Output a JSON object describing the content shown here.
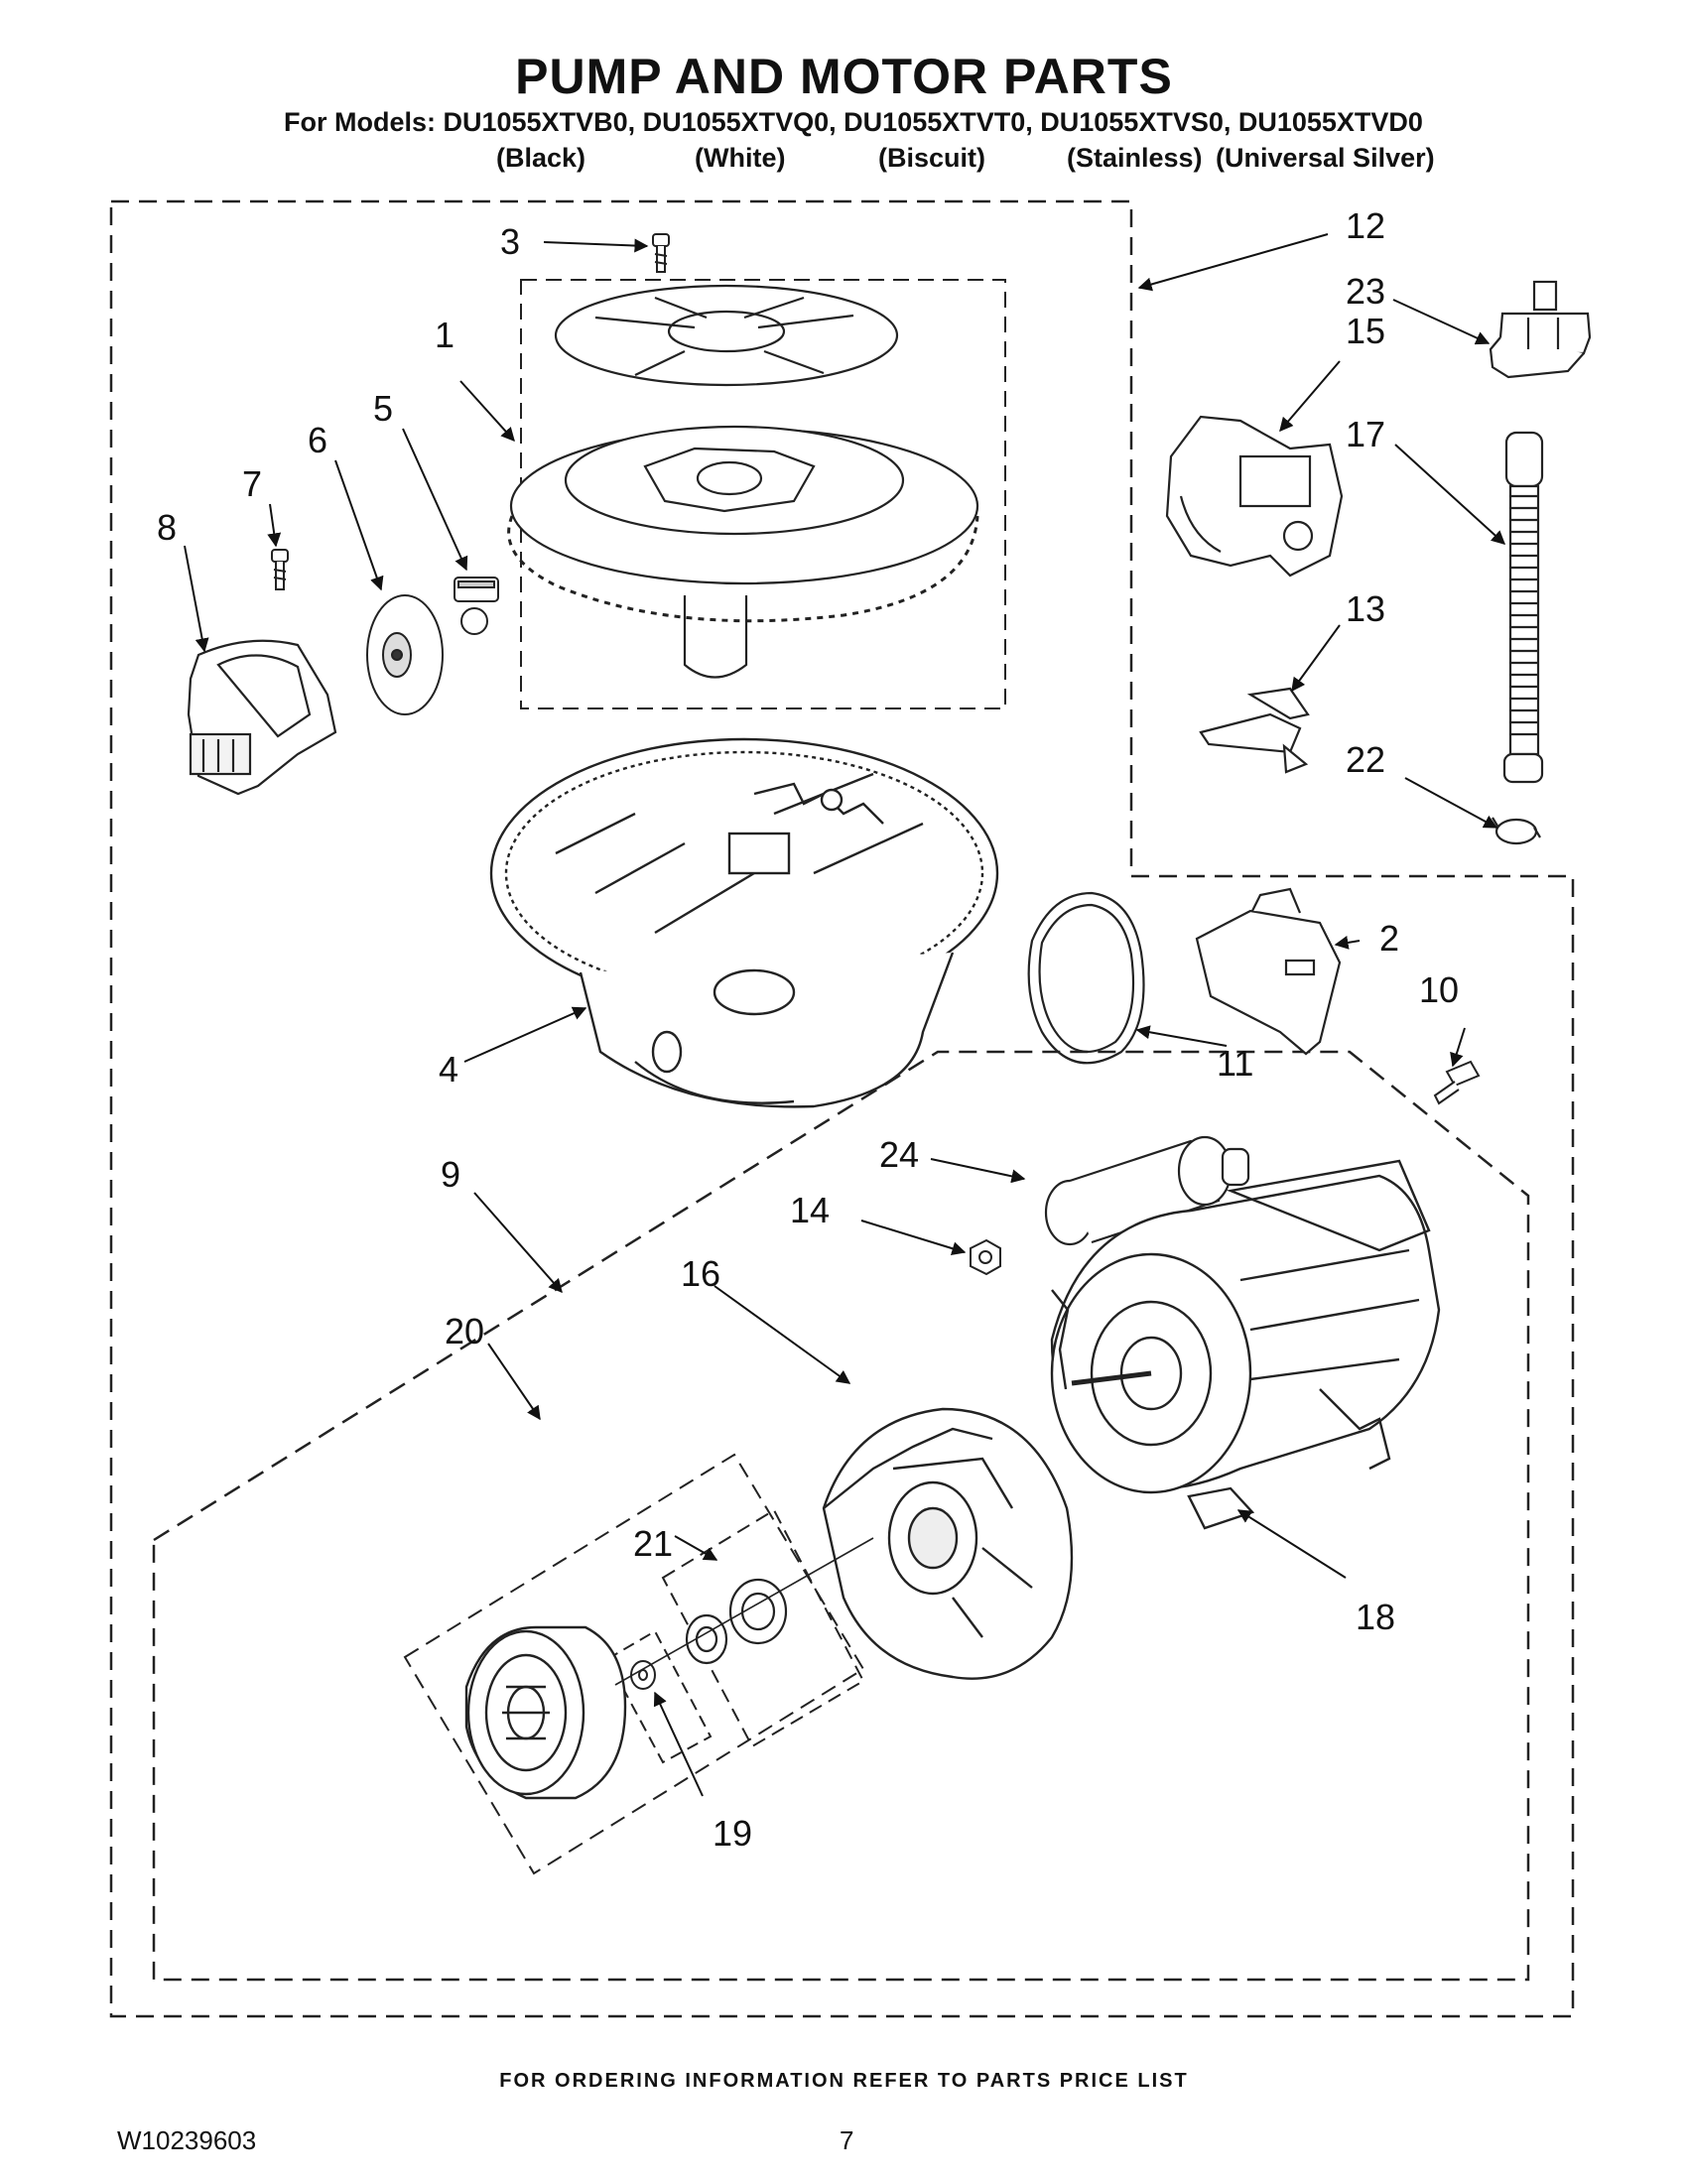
{
  "header": {
    "title": "PUMP AND MOTOR PARTS",
    "models_line": "For Models: DU1055XTVB0, DU1055XTVQ0, DU1055XTVT0, DU1055XTVS0, DU1055XTVD0",
    "variants": [
      "(Black)",
      "(White)",
      "(Biscuit)",
      "(Stainless)",
      "(Universal Silver)"
    ]
  },
  "callouts": {
    "c1": "1",
    "c2": "2",
    "c3": "3",
    "c4": "4",
    "c5": "5",
    "c6": "6",
    "c7": "7",
    "c8": "8",
    "c9": "9",
    "c10": "10",
    "c11": "11",
    "c12": "12",
    "c13": "13",
    "c14": "14",
    "c15": "15",
    "c16": "16",
    "c17": "17",
    "c18": "18",
    "c19": "19",
    "c20": "20",
    "c21": "21",
    "c22": "22",
    "c23": "23",
    "c24": "24"
  },
  "footer": {
    "ordering_note": "FOR ORDERING INFORMATION REFER TO PARTS PRICE LIST",
    "doc_id": "W10239603",
    "page_number": "7"
  }
}
